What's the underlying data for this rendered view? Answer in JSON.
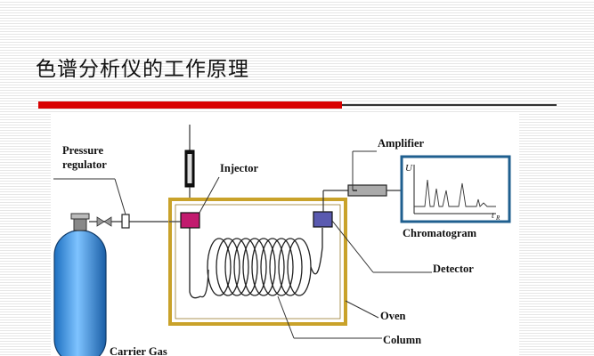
{
  "slide": {
    "title": "色谱分析仪的工作原理"
  },
  "diagram": {
    "labels": {
      "pressure_regulator": [
        "Pressure",
        "regulator"
      ],
      "injector": "Injector",
      "amplifier": "Amplifier",
      "chromatogram": "Chromatogram",
      "detector": "Detector",
      "oven": "Oven",
      "column": "Column",
      "carrier_gas": "Carrier Gas",
      "axis_u": "U",
      "axis_t": "t",
      "axis_t_sub": "R"
    },
    "colors": {
      "accent_bar": "#d90000",
      "oven_border": "#c9a22a",
      "injector": "#c21a6e",
      "detector": "#5a5ab0",
      "cylinder": "#2f8ee0",
      "chromatogram_border": "#1f5f8f"
    }
  }
}
